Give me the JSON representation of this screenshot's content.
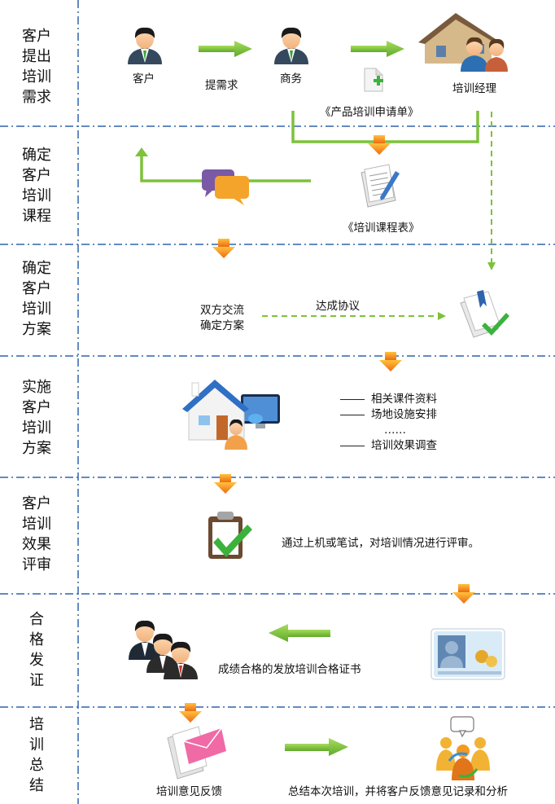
{
  "stages": [
    {
      "label": "客户\n提出\n培训\n需求"
    },
    {
      "label": "确定\n客户\n培训\n课程"
    },
    {
      "label": "确定\n客户\n培训\n方案"
    },
    {
      "label": "实施\n客户\n培训\n方案"
    },
    {
      "label": "客户\n培训\n效果\n评审"
    },
    {
      "label": "合\n格\n发\n证"
    },
    {
      "label": "培\n训\n总\n结"
    }
  ],
  "stage1": {
    "customer": "客户",
    "submit_request": "提需求",
    "business": "商务",
    "training_manager": "培训经理",
    "application_form": "《产品培训申请单》"
  },
  "stage2": {
    "course_schedule": "《培训课程表》"
  },
  "stage3": {
    "mutual_exchange": "双方交流",
    "confirm_plan": "确定方案",
    "reach_agreement": "达成协议"
  },
  "stage4": {
    "items": [
      "相关课件资料",
      "场地设施安排",
      "……",
      "培训效果调查"
    ]
  },
  "stage5": {
    "assessment_text": "通过上机或笔试，对培训情况进行评审。"
  },
  "stage6": {
    "certificate_text": "成绩合格的发放培训合格证书"
  },
  "stage7": {
    "feedback": "培训意见反馈",
    "summary_text": "总结本次培训，并将客户反馈意见记录和分析"
  },
  "colors": {
    "divider": "#2f64ad",
    "green": "#7dc23a",
    "orange_arrow": "#f29a1a"
  }
}
